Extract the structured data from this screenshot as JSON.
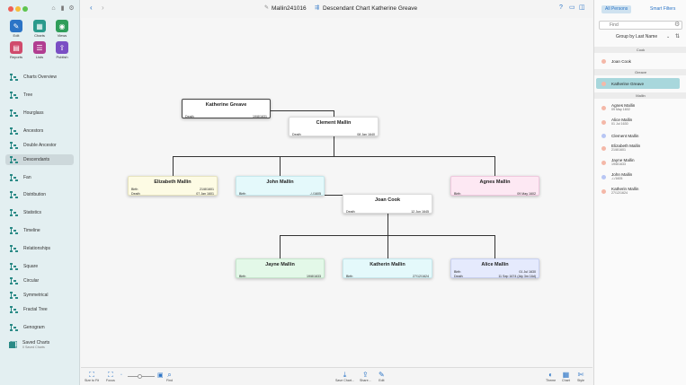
{
  "sidebar": {
    "top_buttons": [
      {
        "label": "Edit",
        "color": "#2b74c6",
        "icon": "pencil-icon"
      },
      {
        "label": "Charts",
        "color": "#2a9a8c",
        "icon": "chart-icon"
      },
      {
        "label": "Views",
        "color": "#2f9e5a",
        "icon": "eye-icon"
      },
      {
        "label": "Reports",
        "color": "#d04a6c",
        "icon": "report-icon"
      },
      {
        "label": "Lists",
        "color": "#b13e91",
        "icon": "list-icon"
      },
      {
        "label": "Publish",
        "color": "#7a4fc4",
        "icon": "publish-icon"
      }
    ],
    "nav": [
      {
        "label": "Charts Overview",
        "icon": "charts-overview-icon"
      },
      {
        "label": "Tree",
        "icon": "tree-icon"
      },
      {
        "label": "Hourglass",
        "icon": "hourglass-icon"
      },
      {
        "label": "Ancestors",
        "icon": "ancestors-icon"
      },
      {
        "label": "Double Ancestor",
        "icon": "double-ancestor-icon"
      },
      {
        "label": "Descendants",
        "icon": "descendants-icon",
        "active": true
      },
      {
        "label": "Fan",
        "icon": "fan-icon"
      },
      {
        "label": "Distribution",
        "icon": "distribution-icon"
      },
      {
        "label": "Statistics",
        "icon": "statistics-icon"
      },
      {
        "label": "Timeline",
        "icon": "timeline-icon"
      },
      {
        "label": "Relationships",
        "icon": "relationships-icon"
      },
      {
        "label": "Square",
        "icon": "square-icon"
      },
      {
        "label": "Circular",
        "icon": "circular-icon"
      },
      {
        "label": "Symmetrical",
        "icon": "symmetrical-icon"
      },
      {
        "label": "Fractal Tree",
        "icon": "fractal-tree-icon"
      },
      {
        "label": "Genogram",
        "icon": "genogram-icon"
      }
    ],
    "saved": {
      "label": "Saved Charts",
      "sub": "0 Saved Charts"
    }
  },
  "toolbar": {
    "doc_title": "Mallin241016",
    "chart_title": "Descendant Chart Katherine Greave"
  },
  "chart": {
    "cards": [
      {
        "name": "Katherine Greave",
        "row1_label": "Death",
        "row1_value": "19/8/1631",
        "row2_label": "",
        "row2_value": "",
        "bg": "#ffffff",
        "border": "#444444"
      },
      {
        "name": "Clement Mallin",
        "row1_label": "Death",
        "row1_value": "08 Jan 1640",
        "row2_label": "",
        "row2_value": "",
        "bg": "#ffffff",
        "border": "#dddddd"
      },
      {
        "name": "Elizabeth Mallin",
        "row1_label": "Birth",
        "row1_value": "21/8/1601",
        "row2_label": "Death",
        "row2_value": "07 Jan 1601",
        "bg": "#fdfbe4",
        "border": "#e6e3c0"
      },
      {
        "name": "John Mallin",
        "row1_label": "Birth",
        "row1_value": "-/-/1605",
        "row2_label": "",
        "row2_value": "",
        "bg": "#e4f9fb",
        "border": "#c7e8ec"
      },
      {
        "name": "Agnes Mallin",
        "row1_label": "Birth",
        "row1_value": "09 May 1602",
        "row2_label": "",
        "row2_value": "",
        "bg": "#fde8f3",
        "border": "#efc8de"
      },
      {
        "name": "Joan Cook",
        "row1_label": "Death",
        "row1_value": "12 Jun 1645",
        "row2_label": "",
        "row2_value": "",
        "bg": "#ffffff",
        "border": "#dddddd"
      },
      {
        "name": "Jayne Mallin",
        "row1_label": "Birth",
        "row1_value": "19/8/1633",
        "row2_label": "",
        "row2_value": "",
        "bg": "#e3f8e8",
        "border": "#c6e6cd"
      },
      {
        "name": "Katherin Mallin",
        "row1_label": "Birth",
        "row1_value": "27/12/1624",
        "row2_label": "",
        "row2_value": "",
        "bg": "#e4f9fb",
        "border": "#c7e8ec"
      },
      {
        "name": "Alice Mallin",
        "row1_label": "Birth",
        "row1_value": "01 Jul 1630",
        "row2_label": "Death",
        "row2_value": "11 Sep 1674 (Aty 3m 16d)",
        "bg": "#e5eafd",
        "border": "#c8d0ef"
      }
    ]
  },
  "bottombar": {
    "left": [
      {
        "label": "Size to Fit",
        "icon": "size-to-fit-icon"
      },
      {
        "label": "Focus",
        "icon": "focus-icon"
      },
      {
        "label": "Find",
        "icon": "find-icon"
      }
    ],
    "center": [
      {
        "label": "Save Chart...",
        "icon": "save-chart-icon"
      },
      {
        "label": "Share...",
        "icon": "share-icon"
      },
      {
        "label": "Edit",
        "icon": "edit-icon"
      }
    ],
    "right": [
      {
        "label": "Theme",
        "icon": "theme-icon"
      },
      {
        "label": "Chart",
        "icon": "chart-icon"
      },
      {
        "label": "Style",
        "icon": "style-icon"
      }
    ]
  },
  "rpanel": {
    "tab_all": "All Persons",
    "tab_smart": "Smart Filters",
    "find_placeholder": "Find",
    "group_by": "Group by Last Name",
    "groups": [
      {
        "name": "Cook",
        "people": [
          {
            "name": "Joan Cook",
            "date": "",
            "color": "#f4b8a8"
          }
        ]
      },
      {
        "name": "Greave",
        "people": [
          {
            "name": "Katherine Greave",
            "date": "",
            "color": "#f4b8a8",
            "selected": true
          }
        ]
      },
      {
        "name": "Mallin",
        "people": [
          {
            "name": "Agnes Mallin",
            "date": "09 May 1602",
            "color": "#f4b8a8"
          },
          {
            "name": "Alice Mallin",
            "date": "01 Jul 1630",
            "color": "#f4b8a8"
          },
          {
            "name": "Clement Mallin",
            "date": "",
            "color": "#b8c6f4"
          },
          {
            "name": "Elizabeth Mallin",
            "date": "21/8/1601",
            "color": "#f4b8a8"
          },
          {
            "name": "Jayne Mallin",
            "date": "19/8/1633",
            "color": "#f4b8a8"
          },
          {
            "name": "John Mallin",
            "date": "-/-/1605",
            "color": "#b8c6f4"
          },
          {
            "name": "Katherin Mallin",
            "date": "27/12/1624",
            "color": "#f4b8a8"
          }
        ]
      }
    ]
  }
}
